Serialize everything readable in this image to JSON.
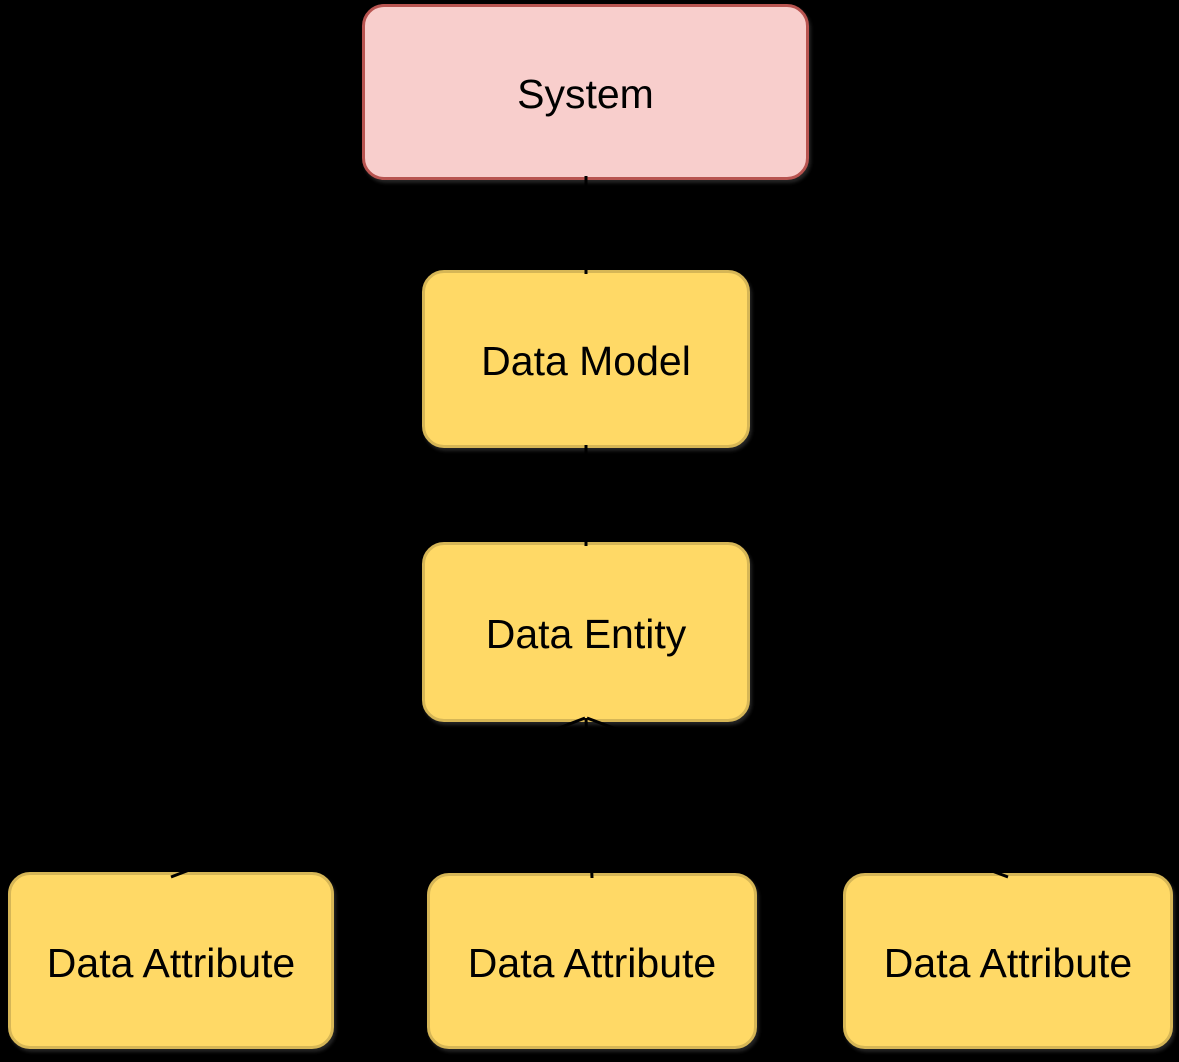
{
  "diagram": {
    "type": "hierarchy",
    "background_color": "#000000",
    "text_color": "#000000",
    "nodes": [
      {
        "id": "system",
        "label": "System",
        "fill": "#F8CECC",
        "border": "#B85450"
      },
      {
        "id": "data-model",
        "label": "Data Model",
        "fill": "#FFD966",
        "border": "#D6B656"
      },
      {
        "id": "data-entity",
        "label": "Data Entity",
        "fill": "#FFD966",
        "border": "#D6B656"
      },
      {
        "id": "data-attribute-1",
        "label": "Data Attribute",
        "fill": "#FFD966",
        "border": "#D6B656"
      },
      {
        "id": "data-attribute-2",
        "label": "Data Attribute",
        "fill": "#FFD966",
        "border": "#D6B656"
      },
      {
        "id": "data-attribute-3",
        "label": "Data Attribute",
        "fill": "#FFD966",
        "border": "#D6B656"
      }
    ],
    "edges": [
      {
        "from": "system",
        "to": "data-model",
        "color": "#000000"
      },
      {
        "from": "data-model",
        "to": "data-entity",
        "color": "#000000"
      },
      {
        "from": "data-entity",
        "to": "data-attribute-1",
        "color": "#000000"
      },
      {
        "from": "data-entity",
        "to": "data-attribute-2",
        "color": "#000000"
      },
      {
        "from": "data-entity",
        "to": "data-attribute-3",
        "color": "#000000"
      }
    ]
  }
}
